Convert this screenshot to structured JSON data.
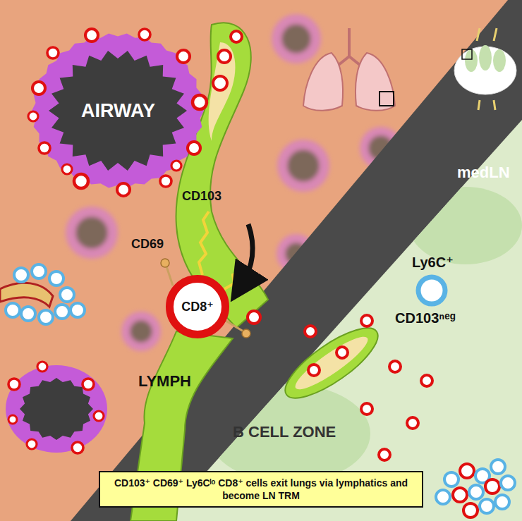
{
  "diagram": {
    "nodes": [
      {
        "text": [
          "AIRWAY"
        ]
      },
      {
        "text": [
          "CD8⁺"
        ]
      },
      {
        "text": [
          "CD103⁺ CD69⁺ Ly6Cˡᵒ CD8⁺ cells exit lungs via lymphatics and become LN TRM"
        ]
      }
    ],
    "labels": [
      "CD103",
      "CD69",
      "LYMPH",
      "medLN",
      "Ly6C⁺",
      "CD103ⁿᵉᵍ",
      "B CELL ZONE"
    ]
  }
}
